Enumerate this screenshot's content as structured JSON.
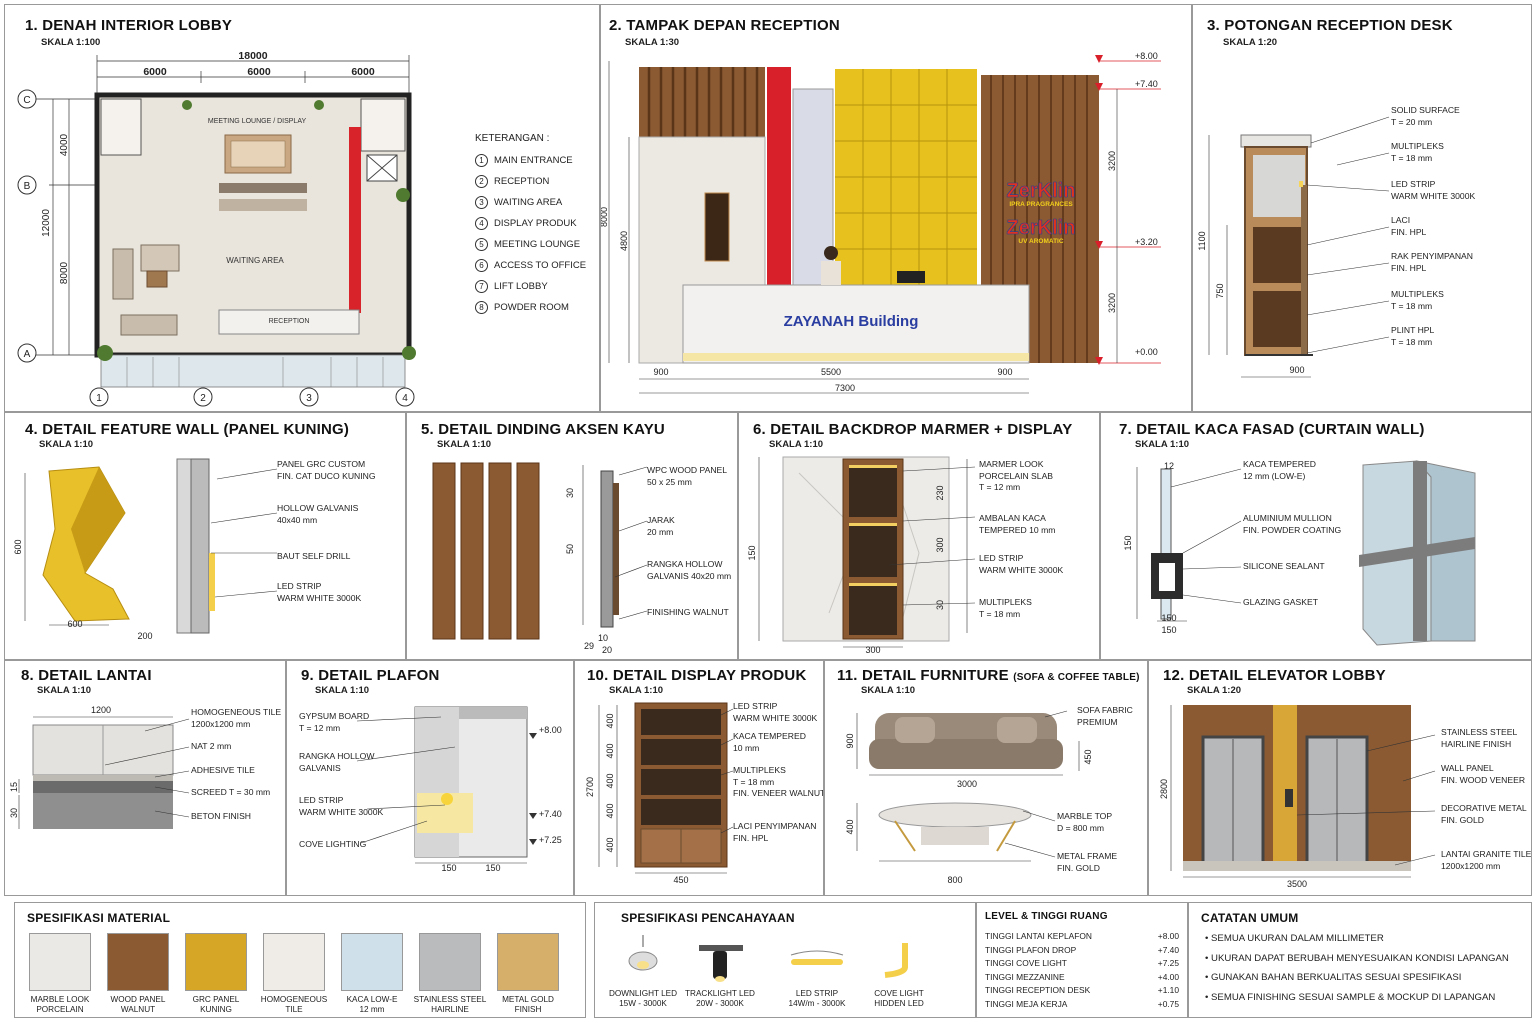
{
  "p1": {
    "title": "1. DENAH INTERIOR LOBBY",
    "scale": "SKALA 1:100",
    "dim_total": "18000",
    "dims": [
      "6000",
      "6000",
      "6000"
    ],
    "vdims": [
      "4000",
      "12000",
      "8000"
    ],
    "grid_rows": [
      "C",
      "B",
      "A"
    ],
    "grid_cols": [
      "1",
      "2",
      "3",
      "4"
    ],
    "room_meeting": "MEETING LOUNGE / DISPLAY",
    "room_waiting": "WAITING AREA",
    "room_reception": "RECEPTION",
    "legend_title": "KETERANGAN :",
    "legend": [
      {
        "n": "1",
        "t": "MAIN ENTRANCE"
      },
      {
        "n": "2",
        "t": "RECEPTION"
      },
      {
        "n": "3",
        "t": "WAITING AREA"
      },
      {
        "n": "4",
        "t": "DISPLAY PRODUK"
      },
      {
        "n": "5",
        "t": "MEETING LOUNGE"
      },
      {
        "n": "6",
        "t": "ACCESS TO OFFICE"
      },
      {
        "n": "7",
        "t": "LIFT LOBBY"
      },
      {
        "n": "8",
        "t": "POWDER ROOM"
      }
    ]
  },
  "p2": {
    "title": "2. TAMPAK DEPAN RECEPTION",
    "scale": "SKALA 1:30",
    "levels": [
      "+8.00",
      "+7.40",
      "+3.20",
      "+0.00"
    ],
    "vdims_left": [
      "8000",
      "4800"
    ],
    "vdims_right": [
      "3200",
      "3200"
    ],
    "hdims": [
      "900",
      "5500",
      "900"
    ],
    "htotal": "7300",
    "desk_text": "ZAYANAH Building",
    "logo1": "ZerKlin",
    "logo1_sub": "IPRA PRAGRANCES",
    "logo2": "ZerKlin",
    "logo2_sub": "UV AROMATIC"
  },
  "p3": {
    "title": "3. POTONGAN RECEPTION DESK",
    "scale": "SKALA 1:20",
    "vdims": [
      "1100",
      "750"
    ],
    "hdim": "900",
    "labels": [
      [
        "SOLID SURFACE",
        "T = 20 mm"
      ],
      [
        "MULTIPLEKS",
        "T = 18 mm"
      ],
      [
        "LED STRIP",
        "WARM WHITE 3000K"
      ],
      [
        "LACI",
        "FIN. HPL"
      ],
      [
        "RAK PENYIMPANAN",
        "FIN. HPL"
      ],
      [
        "MULTIPLEKS",
        "T = 18 mm"
      ],
      [
        "PLINT HPL",
        "T = 18 mm"
      ]
    ]
  },
  "p4": {
    "title": "4. DETAIL FEATURE WALL (PANEL KUNING)",
    "scale": "SKALA 1:10",
    "vdim": "600",
    "hdims": [
      "600",
      "200"
    ],
    "labels": [
      [
        "PANEL GRC CUSTOM",
        "FIN. CAT DUCO KUNING"
      ],
      [
        "HOLLOW GALVANIS",
        "40x40 mm"
      ],
      [
        "BAUT SELF DRILL"
      ],
      [
        "LED STRIP",
        "WARM WHITE 3000K"
      ]
    ]
  },
  "p5": {
    "title": "5. DETAIL DINDING AKSEN KAYU",
    "scale": "SKALA 1:10",
    "vdims": [
      "30",
      "50"
    ],
    "hdims": [
      "29",
      "10",
      "20"
    ],
    "labels": [
      [
        "WPC WOOD PANEL",
        "50 x 25 mm"
      ],
      [
        "JARAK",
        "20 mm"
      ],
      [
        "RANGKA HOLLOW",
        "GALVANIS 40x20 mm"
      ],
      [
        "FINISHING WALNUT"
      ]
    ]
  },
  "p6": {
    "title": "6. DETAIL BACKDROP MARMER + DISPLAY",
    "scale": "SKALA 1:10",
    "vdim": "150",
    "vdims_r": [
      "230",
      "300",
      "30"
    ],
    "hdim": "300",
    "labels": [
      [
        "MARMER LOOK",
        "PORCELAIN SLAB",
        "T = 12 mm"
      ],
      [
        "AMBALAN KACA",
        "TEMPERED 10 mm"
      ],
      [
        "LED STRIP",
        "WARM WHITE 3000K"
      ],
      [
        "MULTIPLEKS",
        "T = 18 mm"
      ]
    ]
  },
  "p7": {
    "title": "7. DETAIL KACA FASAD (CURTAIN WALL)",
    "scale": "SKALA 1:10",
    "vdim": "150",
    "hdims": [
      "12",
      "150",
      "150"
    ],
    "labels": [
      [
        "KACA TEMPERED",
        "12 mm (LOW-E)"
      ],
      [
        "ALUMINIUM MULLION",
        "FIN. POWDER COATING"
      ],
      [
        "SILICONE SEALANT"
      ],
      [
        "GLAZING GASKET"
      ]
    ]
  },
  "p8": {
    "title": "8. DETAIL LANTAI",
    "scale": "SKALA 1:10",
    "hdim": "1200",
    "vdims": [
      "15",
      "30"
    ],
    "labels": [
      [
        "HOMOGENEOUS TILE",
        "1200x1200 mm"
      ],
      [
        "NAT 2 mm"
      ],
      [
        "ADHESIVE TILE"
      ],
      [
        "SCREED T = 30 mm"
      ],
      [
        "BETON FINISH"
      ]
    ]
  },
  "p9": {
    "title": "9. DETAIL PLAFON",
    "scale": "SKALA 1:10",
    "levels": [
      "+8.00",
      "+7.40",
      "+7.25"
    ],
    "hdims": [
      "150",
      "150"
    ],
    "labels": [
      [
        "GYPSUM BOARD",
        "T = 12 mm"
      ],
      [
        "RANGKA HOLLOW",
        "GALVANIS"
      ],
      [
        "LED STRIP",
        "WARM WHITE 3000K"
      ],
      [
        "COVE LIGHTING"
      ]
    ]
  },
  "p10": {
    "title": "10. DETAIL DISPLAY PRODUK",
    "scale": "SKALA 1:10",
    "vdim": "2700",
    "vdims_r": [
      "400",
      "400",
      "400",
      "400",
      "400"
    ],
    "hdim": "450",
    "labels": [
      [
        "LED STRIP",
        "WARM WHITE 3000K"
      ],
      [
        "KACA TEMPERED",
        "10 mm"
      ],
      [
        "MULTIPLEKS",
        "T = 18 mm",
        "FIN. VENEER WALNUT"
      ],
      [
        "LACI PENYIMPANAN",
        "FIN. HPL"
      ]
    ]
  },
  "p11": {
    "title": "11. DETAIL FURNITURE",
    "title_small": "(SOFA & COFFEE TABLE)",
    "scale": "SKALA 1:10",
    "vdims": [
      "900",
      "450",
      "400"
    ],
    "hdims": [
      "3000",
      "800"
    ],
    "labels": [
      [
        "SOFA FABRIC",
        "PREMIUM"
      ],
      [
        "MARBLE TOP",
        "D = 800 mm"
      ],
      [
        "METAL FRAME",
        "FIN. GOLD"
      ]
    ]
  },
  "p12": {
    "title": "12. DETAIL ELEVATOR LOBBY",
    "scale": "SKALA 1:20",
    "vdim": "2800",
    "hdim": "3500",
    "labels": [
      [
        "STAINLESS STEEL",
        "HAIRLINE FINISH"
      ],
      [
        "WALL PANEL",
        "FIN. WOOD VENEER"
      ],
      [
        "DECORATIVE METAL",
        "FIN. GOLD"
      ],
      [
        "LANTAI GRANITE TILE",
        "1200x1200 mm"
      ]
    ]
  },
  "mat": {
    "title": "SPESIFIKASI MATERIAL",
    "items": [
      [
        "MARBLE LOOK",
        "PORCELAIN"
      ],
      [
        "WOOD PANEL",
        "WALNUT"
      ],
      [
        "GRC PANEL",
        "KUNING"
      ],
      [
        "HOMOGENEOUS",
        "TILE"
      ],
      [
        "KACA LOW-E",
        "12 mm"
      ],
      [
        "STAINLESS STEEL",
        "HAIRLINE"
      ],
      [
        "METAL GOLD",
        "FINISH"
      ]
    ]
  },
  "light": {
    "title": "SPESIFIKASI PENCAHAYAAN",
    "items": [
      [
        "DOWNLIGHT LED",
        "15W - 3000K"
      ],
      [
        "TRACKLIGHT LED",
        "20W - 3000K"
      ],
      [
        "LED STRIP",
        "14W/m - 3000K"
      ],
      [
        "COVE LIGHT",
        "HIDDEN LED"
      ]
    ]
  },
  "levels": {
    "title": "LEVEL & TINGGI RUANG",
    "rows": [
      [
        "TINGGI LANTAI KEPLAFON",
        "+8.00"
      ],
      [
        "TINGGI PLAFON DROP",
        "+7.40"
      ],
      [
        "TINGGI COVE LIGHT",
        "+7.25"
      ],
      [
        "TINGGI MEZZANINE",
        "+4.00"
      ],
      [
        "TINGGI RECEPTION DESK",
        "+1.10"
      ],
      [
        "TINGGI MEJA KERJA",
        "+0.75"
      ]
    ]
  },
  "notes": {
    "title": "CATATAN UMUM",
    "items": [
      "• SEMUA UKURAN DALAM MILLIMETER",
      "• UKURAN DAPAT BERUBAH MENYESUAIKAN KONDISI LAPANGAN",
      "• GUNAKAN BAHAN BERKUALITAS SESUAI SPESIFIKASI",
      "• SEMUA FINISHING SESUAI SAMPLE & MOCKUP DI LAPANGAN"
    ]
  }
}
